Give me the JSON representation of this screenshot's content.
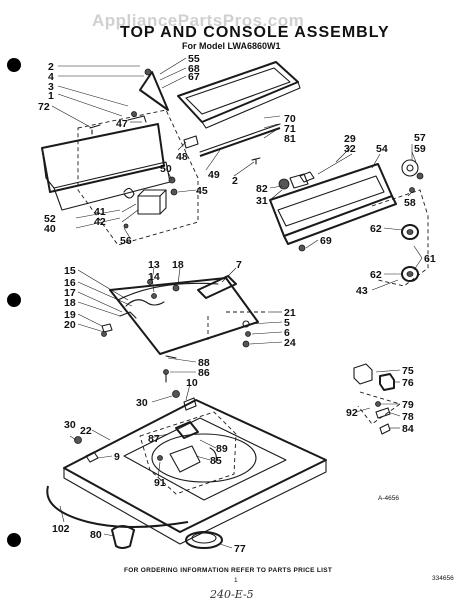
{
  "watermark": "AppliancePartsPros.com",
  "title": "TOP AND CONSOLE ASSEMBLY",
  "subtitle": "For Model LWA6860W1",
  "footer_note": "FOR ORDERING INFORMATION REFER TO PARTS PRICE LIST",
  "page_number": "1",
  "diagram_code": "A-4656",
  "doc_number": "334656",
  "handwritten_note": "240-E-5",
  "callouts": {
    "c2a": "2",
    "c4a": "4",
    "c3": "3",
    "c1": "1",
    "c72": "72",
    "c47": "47",
    "c55": "55",
    "c68": "68",
    "c67": "67",
    "c48": "48",
    "c70": "70",
    "c71": "71",
    "c81": "81",
    "c49": "49",
    "c2b": "2",
    "c50": "50",
    "c45": "45",
    "c29": "29",
    "c32": "32",
    "c54": "54",
    "c57": "57",
    "c59": "59",
    "c82": "82",
    "c31": "31",
    "c58": "58",
    "c62a": "62",
    "c69": "69",
    "c61": "61",
    "c62b": "62",
    "c43": "43",
    "c52": "52",
    "c40": "40",
    "c41": "41",
    "c42": "42",
    "c56": "56",
    "c13": "13",
    "c18a": "18",
    "c14": "14",
    "c7": "7",
    "c15": "15",
    "c16": "16",
    "c17": "17",
    "c18b": "18",
    "c19": "19",
    "c20": "20",
    "c21": "21",
    "c5": "5",
    "c6": "6",
    "c24": "24",
    "c88": "88",
    "c86": "86",
    "c10": "10",
    "c30a": "30",
    "c30b": "30",
    "c22": "22",
    "c87": "87",
    "c89": "89",
    "c9": "9",
    "c85": "85",
    "c91": "91",
    "c75": "75",
    "c76": "76",
    "c92": "92",
    "c79": "79",
    "c78": "78",
    "c84": "84",
    "c102": "102",
    "c80": "80",
    "c77": "77"
  }
}
